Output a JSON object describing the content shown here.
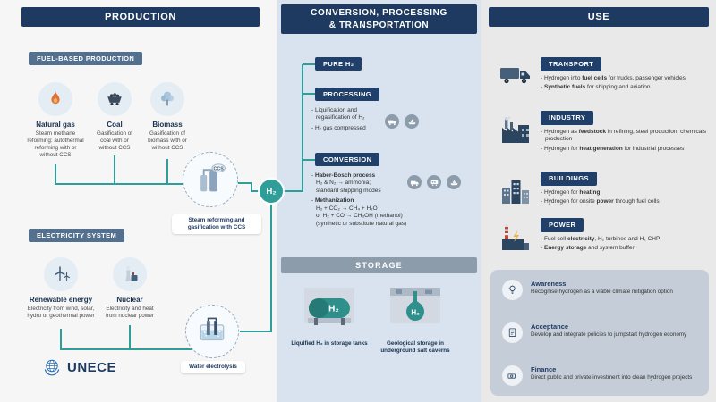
{
  "production": {
    "title": "PRODUCTION",
    "fuel_section": {
      "label": "FUEL-BASED PRODUCTION",
      "items": [
        {
          "name": "Natural gas",
          "desc": "Steam methane reforming: autothermal reforming with or without CCS",
          "icon": "flame-icon"
        },
        {
          "name": "Coal",
          "desc": "Gasification of coal with or without CCS",
          "icon": "coal-cart-icon"
        },
        {
          "name": "Biomass",
          "desc": "Gasification of biomass with or without CCS",
          "icon": "tree-icon"
        }
      ]
    },
    "electricity_section": {
      "label": "ELECTRICITY SYSTEM",
      "items": [
        {
          "name": "Renewable energy",
          "desc": "Electricity from wind, solar, hydro or geothermal power",
          "icon": "wind-turbine-icon"
        },
        {
          "name": "Nuclear",
          "desc": "Electricity and heat from nuclear power",
          "icon": "nuclear-plant-icon"
        }
      ]
    },
    "ccs_node_label": "Steam reforming and gasification with CCS",
    "ccs_tag": "CCS",
    "electrolysis_label": "Water electrolysis",
    "logo_text": "UNECE"
  },
  "conversion": {
    "title_line1": "CONVERSION, PROCESSING",
    "title_line2": "& TRANSPORTATION",
    "h2_node": "H₂",
    "pure_h2_label": "PURE H₂",
    "processing": {
      "label": "PROCESSING",
      "bullets": [
        "Liquification and regasification of H₂",
        "H₂ gas compressed"
      ],
      "transport_icons": [
        "truck-icon",
        "ship-icon"
      ]
    },
    "conversion_section": {
      "label": "CONVERSION",
      "bullets": [
        "**Haber-Bosch process**\nH₂ & N₂ → ammonia;\nstandard shipping modes",
        "**Methanization**\nH₂ + CO₂ → CH₄ + H₂O\nor H₂ + CO → CH₃OH (methanol)\n(synthetic or substitute natural gas)"
      ],
      "transport_icons": [
        "truck-icon",
        "train-icon",
        "ship-icon"
      ]
    },
    "storage": {
      "title": "STORAGE",
      "tank_h2": "H₂",
      "cavern_h2": "H₂",
      "items": [
        {
          "label": "Liquified H₂ in storage tanks",
          "icon": "storage-tank-icon"
        },
        {
          "label": "Geological storage in underground salt caverns",
          "icon": "salt-cavern-icon"
        }
      ]
    }
  },
  "use": {
    "title": "USE",
    "sections": [
      {
        "label": "TRANSPORT",
        "icon": "truck-icon",
        "bullets": [
          "Hydrogen into **fuel cells** for trucks, passenger vehicles",
          "**Synthetic fuels** for shipping and aviation"
        ]
      },
      {
        "label": "INDUSTRY",
        "icon": "factory-icon",
        "bullets": [
          "Hydrogen as **feedstock** in refining, steel production, chemicals production",
          "Hydrogen for **heat generation** for industrial processes"
        ]
      },
      {
        "label": "BUILDINGS",
        "icon": "buildings-icon",
        "bullets": [
          "Hydrogen for **heating**",
          "Hydrogen for onsite **power** through fuel cells"
        ]
      },
      {
        "label": "POWER",
        "icon": "power-plant-icon",
        "bullets": [
          "Fuel cell **electricity**, H₂ turbines and H₂ CHP",
          "**Energy storage** and system buffer"
        ]
      }
    ],
    "policy_items": [
      {
        "title": "Awareness",
        "desc": "Recognise hydrogen as a viable climate mitigation option",
        "icon": "lightbulb-icon"
      },
      {
        "title": "Acceptance",
        "desc": "Develop and integrate policies to jumpstart hydrogen economy",
        "icon": "policy-document-icon"
      },
      {
        "title": "Finance",
        "desc": "Direct public and private investment into clean hydrogen projects",
        "icon": "investment-icon"
      }
    ]
  },
  "colors": {
    "navy": "#1f3a60",
    "slate_badge": "#53718e",
    "teal": "#2f9e98",
    "storage_banner": "#8c9cab",
    "middle_bg": "#d9e3ef",
    "left_bg": "#f6f6f6",
    "right_bg": "#e9e9e9",
    "policy_box_bg": "#c5ced8"
  }
}
